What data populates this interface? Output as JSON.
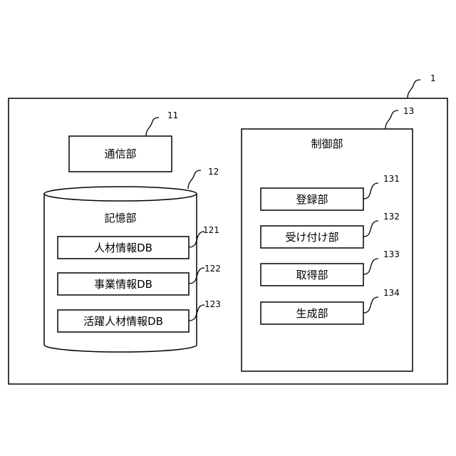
{
  "device": {
    "ref": "1"
  },
  "communication_unit": {
    "label": "通信部",
    "ref": "11"
  },
  "storage_unit": {
    "label": "記憶部",
    "ref": "12",
    "databases": [
      {
        "label": "人材情報DB",
        "ref": "121"
      },
      {
        "label": "事業情報DB",
        "ref": "122"
      },
      {
        "label": "活躍人材情報DB",
        "ref": "123"
      }
    ]
  },
  "control_unit": {
    "label": "制御部",
    "ref": "13",
    "modules": [
      {
        "label": "登録部",
        "ref": "131"
      },
      {
        "label": "受け付け部",
        "ref": "132"
      },
      {
        "label": "取得部",
        "ref": "133"
      },
      {
        "label": "生成部",
        "ref": "134"
      }
    ]
  }
}
